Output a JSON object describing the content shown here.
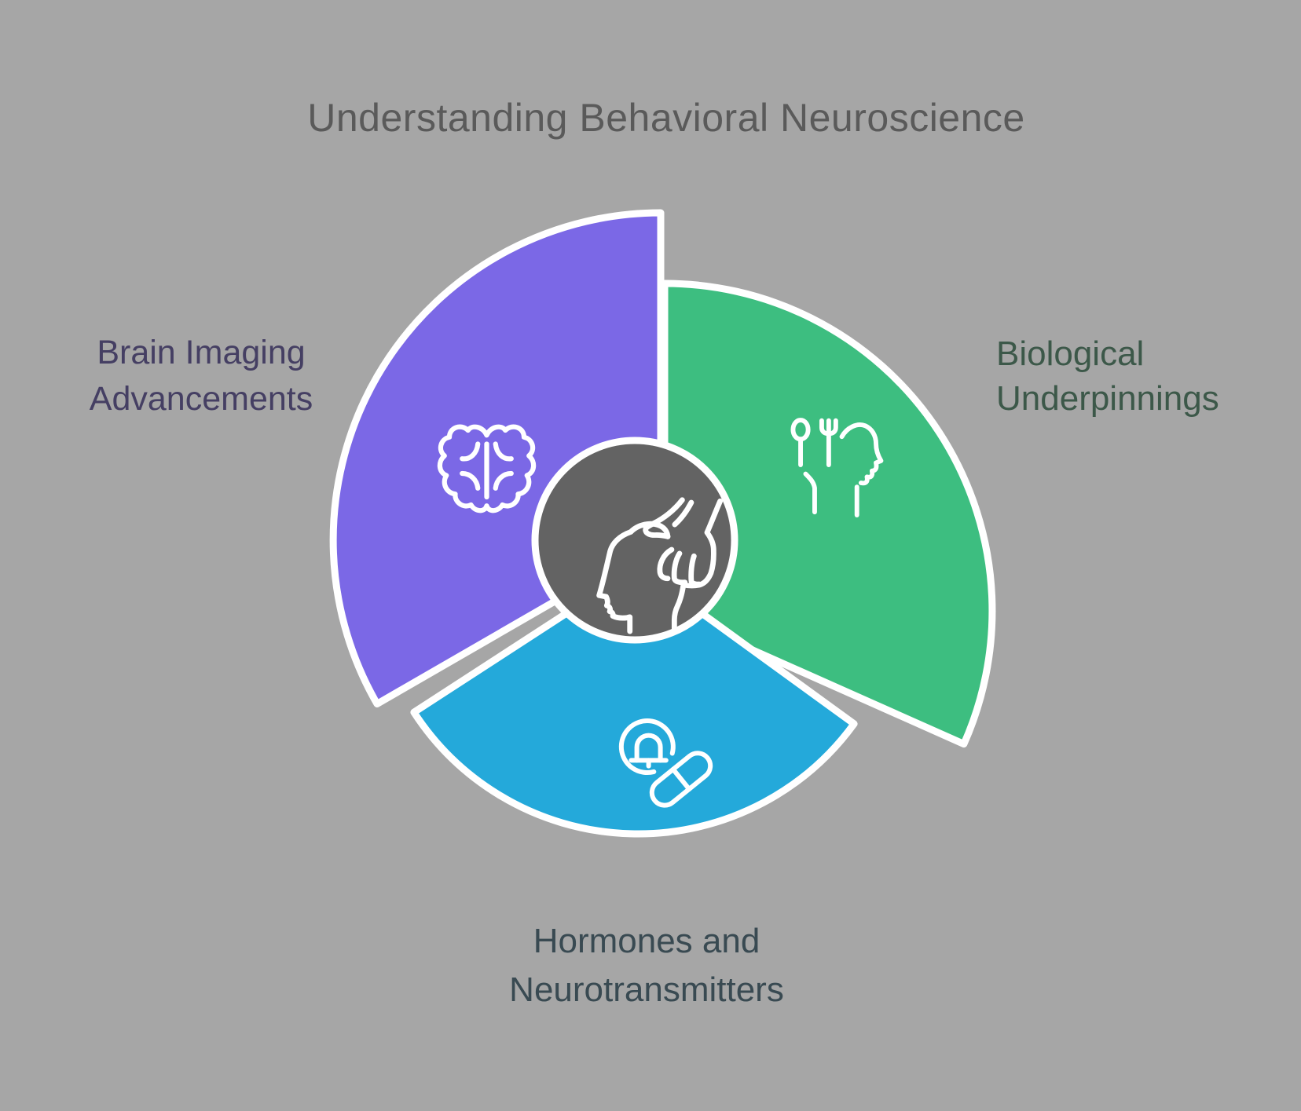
{
  "background_color": "#A6A6A6",
  "outline_color": "#FFFFFF",
  "title": {
    "text": "Understanding Behavioral Neuroscience",
    "color": "#5A5A5A"
  },
  "center": {
    "fill": "#636363",
    "icon": "head-hand-icon"
  },
  "segments": [
    {
      "name": "brain-imaging-advancements",
      "color": "#7B68E6",
      "icon": "brain-icon",
      "label": {
        "line1": "Brain Imaging",
        "line2": "Advancements",
        "color": "#453F63"
      }
    },
    {
      "name": "biological-underpinnings",
      "color": "#3DBE80",
      "icon": "nutrition-head-icon",
      "label": {
        "line1": "Biological",
        "line2": "Underpinnings",
        "color": "#3C5849"
      }
    },
    {
      "name": "hormones-neurotransmitters",
      "color": "#24A9DA",
      "icon": "bell-pill-icon",
      "label": {
        "line1": "Hormones and",
        "line2": "Neurotransmitters",
        "color": "#394A52"
      }
    }
  ]
}
